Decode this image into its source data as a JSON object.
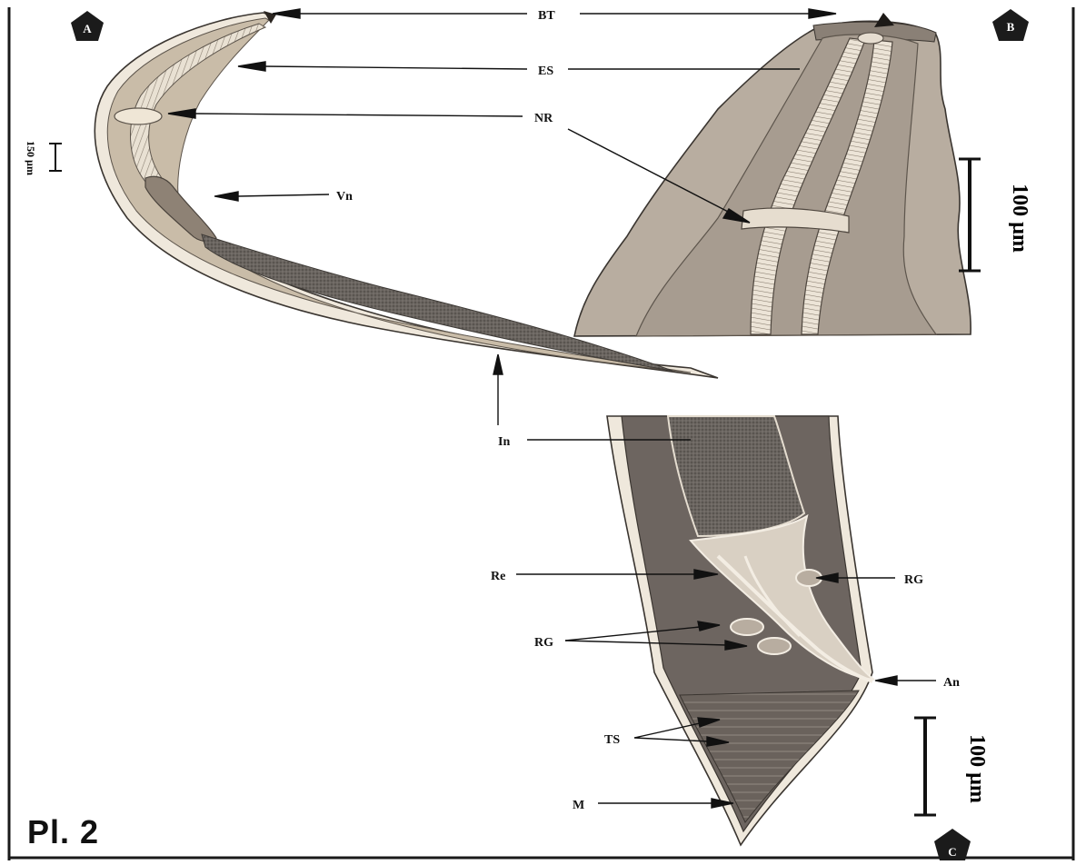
{
  "plate_label": "Pl. 2",
  "panels": {
    "a": {
      "badge": "A",
      "scale_label": "150 µm"
    },
    "b": {
      "badge": "B",
      "scale_label": "100 µm"
    },
    "c": {
      "badge": "C",
      "scale_label": "100 µm"
    }
  },
  "labels": {
    "bt": "BT",
    "es": "ES",
    "nr": "NR",
    "vn": "Vn",
    "in": "In",
    "re": "Re",
    "rg_right": "RG",
    "rg_left": "RG",
    "an": "An",
    "ts": "TS",
    "m": "M"
  },
  "colors": {
    "outline": "#3a3530",
    "cuticle_light": "#efe8dc",
    "body_a": "#d8cbb8",
    "body_b": "#b5aa9b",
    "body_c": "#6d6560",
    "esophagus": "#e6ddd0",
    "intestine": "#5e5a55",
    "frame": "#1a1a1a"
  }
}
